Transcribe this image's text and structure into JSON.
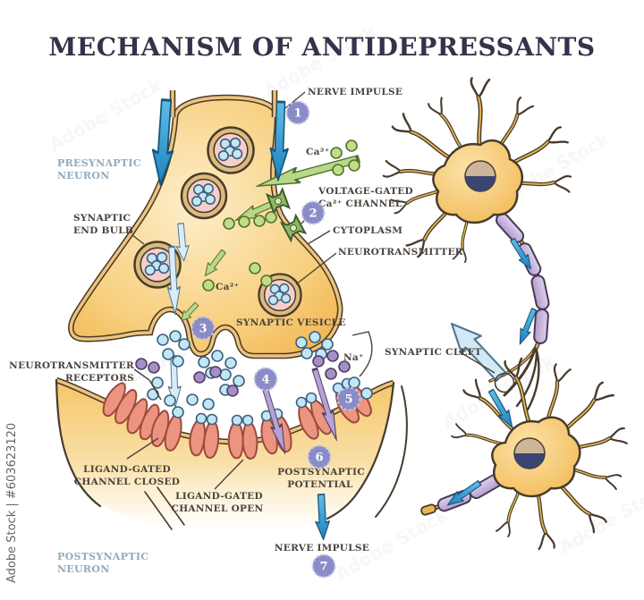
{
  "title": "MECHANISM OF ANTIDEPRESSANTS",
  "watermark": {
    "vertical_id": "Adobe Stock | #603623120",
    "tile": "Adobe Stock"
  },
  "steps": [
    "1",
    "2",
    "3",
    "4",
    "5",
    "6",
    "7"
  ],
  "labels": {
    "nerve_impulse_top": "NERVE IMPULSE",
    "presynaptic_1": "PRESYNAPTIC",
    "presynaptic_2": "NEURON",
    "ca_top": "Ca²⁺",
    "voltage_gated_1": "VOLTAGE-GATED",
    "voltage_gated_2": "Ca²⁺  CHANNEL",
    "end_bulb_1": "SYNAPTIC",
    "end_bulb_2": "END BULB",
    "cytoplasm": "CYTOPLASM",
    "neurotransmitter": "NEUROTRANSMITTER",
    "ca_mid": "Ca²⁺",
    "synaptic_vesicle": "SYNAPTIC VESICLE",
    "synaptic_cleft": "SYNAPTIC CLEFT",
    "receptors_1": "NEUROTRANSMITTER",
    "receptors_2": "RECEPTORS",
    "na": "Na⁺",
    "ligand_closed_1": "LIGAND-GATED",
    "ligand_closed_2": "CHANNEL CLOSED",
    "ligand_open_1": "LIGAND-GATED",
    "ligand_open_2": "CHANNEL OPEN",
    "postsyn_potential_1": "POSTSYNAPTIC",
    "postsyn_potential_2": "POTENTIAL",
    "nerve_impulse_bottom": "NERVE IMPULSE",
    "postsynaptic_1": "POSTSYNAPTIC",
    "postsynaptic_2": "NEURON"
  },
  "colors": {
    "impulse_blue": "#2f9cd6",
    "pale_blue": "#d9ecf7",
    "calcium_green": "#b9d887",
    "step_purple": "#8a8cc8",
    "sodium_purple": "#b6a3d2",
    "receptor_pink": "#ec9480",
    "membrane_yellow": "#f4c164",
    "myelin_purple": "#cbb3dc",
    "label_dark": "#4a423c",
    "label_steel": "#93aabb"
  }
}
